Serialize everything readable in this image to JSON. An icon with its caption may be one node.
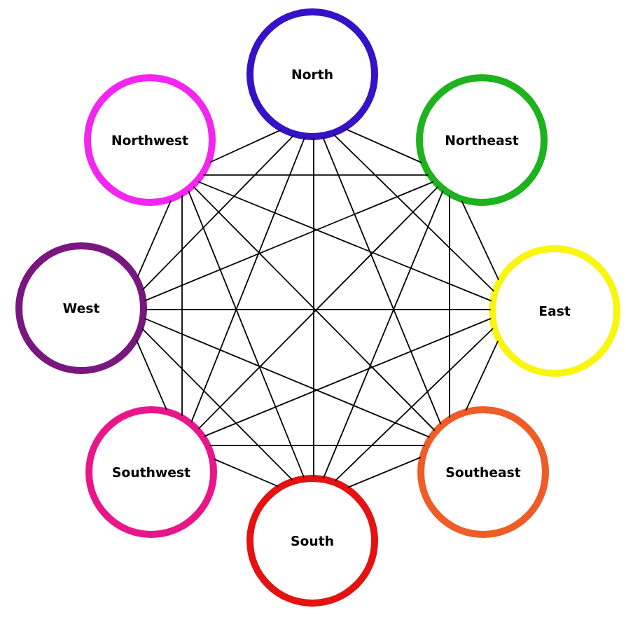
{
  "diagram": {
    "nodes": [
      {
        "text": [
          "North"
        ]
      },
      {
        "text": [
          "Northwest"
        ]
      },
      {
        "text": [
          "Northeast"
        ]
      },
      {
        "text": [
          "West"
        ]
      },
      {
        "text": [
          "East"
        ]
      },
      {
        "text": [
          "Southwest"
        ]
      },
      {
        "text": [
          "Southeast"
        ]
      },
      {
        "text": [
          "South"
        ]
      }
    ],
    "edges": [
      {
        "from": 0,
        "to": 1,
        "arrow": "none"
      },
      {
        "from": 0,
        "to": 2,
        "arrow": "none"
      },
      {
        "from": 0,
        "to": 3,
        "arrow": "none"
      },
      {
        "from": 0,
        "to": 4,
        "arrow": "none"
      },
      {
        "from": 0,
        "to": 5,
        "arrow": "none"
      },
      {
        "from": 0,
        "to": 6,
        "arrow": "none"
      },
      {
        "from": 0,
        "to": 7,
        "arrow": "none"
      },
      {
        "from": 1,
        "to": 2,
        "arrow": "none"
      },
      {
        "from": 1,
        "to": 3,
        "arrow": "none"
      },
      {
        "from": 1,
        "to": 4,
        "arrow": "none"
      },
      {
        "from": 1,
        "to": 5,
        "arrow": "none"
      },
      {
        "from": 1,
        "to": 6,
        "arrow": "none"
      },
      {
        "from": 1,
        "to": 7,
        "arrow": "none"
      },
      {
        "from": 2,
        "to": 3,
        "arrow": "none"
      },
      {
        "from": 2,
        "to": 4,
        "arrow": "none"
      },
      {
        "from": 2,
        "to": 5,
        "arrow": "none"
      },
      {
        "from": 2,
        "to": 6,
        "arrow": "none"
      },
      {
        "from": 2,
        "to": 7,
        "arrow": "none"
      },
      {
        "from": 3,
        "to": 4,
        "arrow": "none"
      },
      {
        "from": 3,
        "to": 5,
        "arrow": "none"
      },
      {
        "from": 3,
        "to": 6,
        "arrow": "none"
      },
      {
        "from": 3,
        "to": 7,
        "arrow": "none"
      },
      {
        "from": 4,
        "to": 5,
        "arrow": "none"
      },
      {
        "from": 4,
        "to": 6,
        "arrow": "none"
      },
      {
        "from": 4,
        "to": 7,
        "arrow": "none"
      },
      {
        "from": 5,
        "to": 6,
        "arrow": "none"
      },
      {
        "from": 5,
        "to": 7,
        "arrow": "none"
      },
      {
        "from": 6,
        "to": 7,
        "arrow": "none"
      }
    ]
  }
}
